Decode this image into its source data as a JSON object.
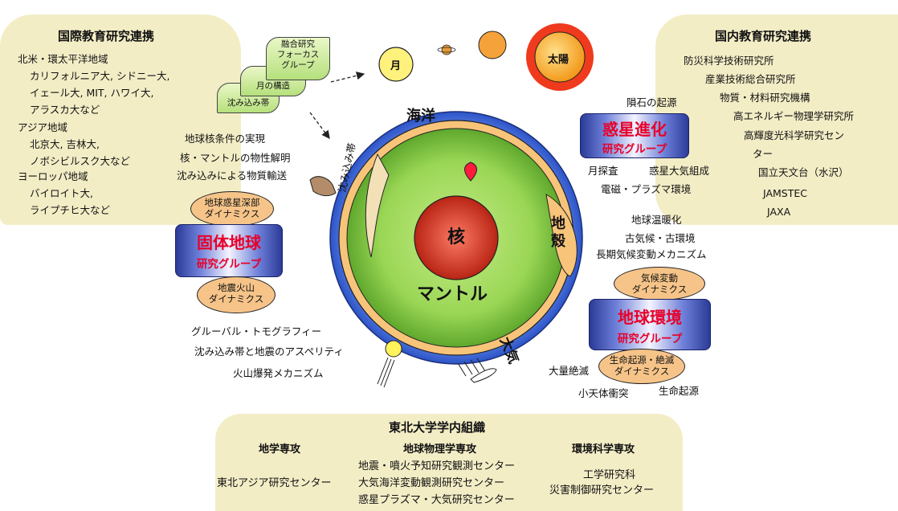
{
  "international": {
    "title": "国際教育研究連携",
    "lines": [
      "北米・環太平洋地域",
      "カリフォルニア大, シドニー大,",
      "イェール大, MIT, ハワイ大,",
      "アラスカ大など",
      "アジア地域",
      "北京大, 吉林大,",
      "ノボシビルスク大など",
      "ヨーロッパ地域",
      "バイロイト大,",
      "ライプチヒ大など"
    ]
  },
  "domestic": {
    "title": "国内教育研究連携",
    "lines": [
      "防災科学技術研究所",
      "産業技術総合研究所",
      "物質・材料研究機構",
      "高エネルギー物理学研究所",
      "高輝度光科学研究セン",
      "ター",
      "国立天文台（水沢）",
      "JAMSTEC",
      "JAXA"
    ]
  },
  "tohoku": {
    "title": "東北大学学内組織",
    "departments": [
      "地学専攻",
      "地球物理学専攻",
      "環境科学専攻"
    ],
    "centers_left": "東北アジア研究センター",
    "centers_middle": [
      "地震・噴火予知研究観測センター",
      "大気海洋変動観測研究センター",
      "惑星プラズマ・大気研究センター"
    ],
    "centers_right": [
      "工学研究科",
      "災害制御研究センター"
    ]
  },
  "focus": {
    "items": [
      "融合研究\nフォーカス\nグループ",
      "月の構造",
      "沈み込み帯"
    ]
  },
  "sky": {
    "moon": "月",
    "sun": "太陽"
  },
  "earth": {
    "ocean": "海洋",
    "crust": "地殻",
    "core": "核",
    "mantle": "マントル",
    "subduction": "沈み込み帯",
    "atmosphere": "大気"
  },
  "solid_earth": {
    "topics": [
      "地球核条件の実現",
      "核・マントルの物性解明",
      "沈み込みによる物質輸送"
    ],
    "upper": "地球惑星深部\nダイナミクス",
    "group_big": "固体地球",
    "group_small": "研究グループ",
    "lower": "地震火山\nダイナミクス",
    "bottom_topics": [
      "グルーバル・トモグラフィー",
      "沈み込み帯と地震のアスペリティ",
      "火山爆発メカニズム"
    ]
  },
  "planetary": {
    "top": "隕石の起源",
    "group_big": "惑星進化",
    "group_small": "研究グループ",
    "topics": [
      "月探査",
      "惑星大気組成",
      "電磁・プラズマ環境"
    ]
  },
  "environment": {
    "topics": [
      "地球温暖化",
      "古気候・古環境",
      "長期気候変動メカニズム"
    ],
    "upper": "気候変動\nダイナミクス",
    "group_big": "地球環境",
    "group_small": "研究グループ",
    "lower": "生命起源・絶滅\nダイナミクス",
    "extra": [
      "大量絶滅",
      "小天体衝突",
      "生命起源"
    ]
  }
}
